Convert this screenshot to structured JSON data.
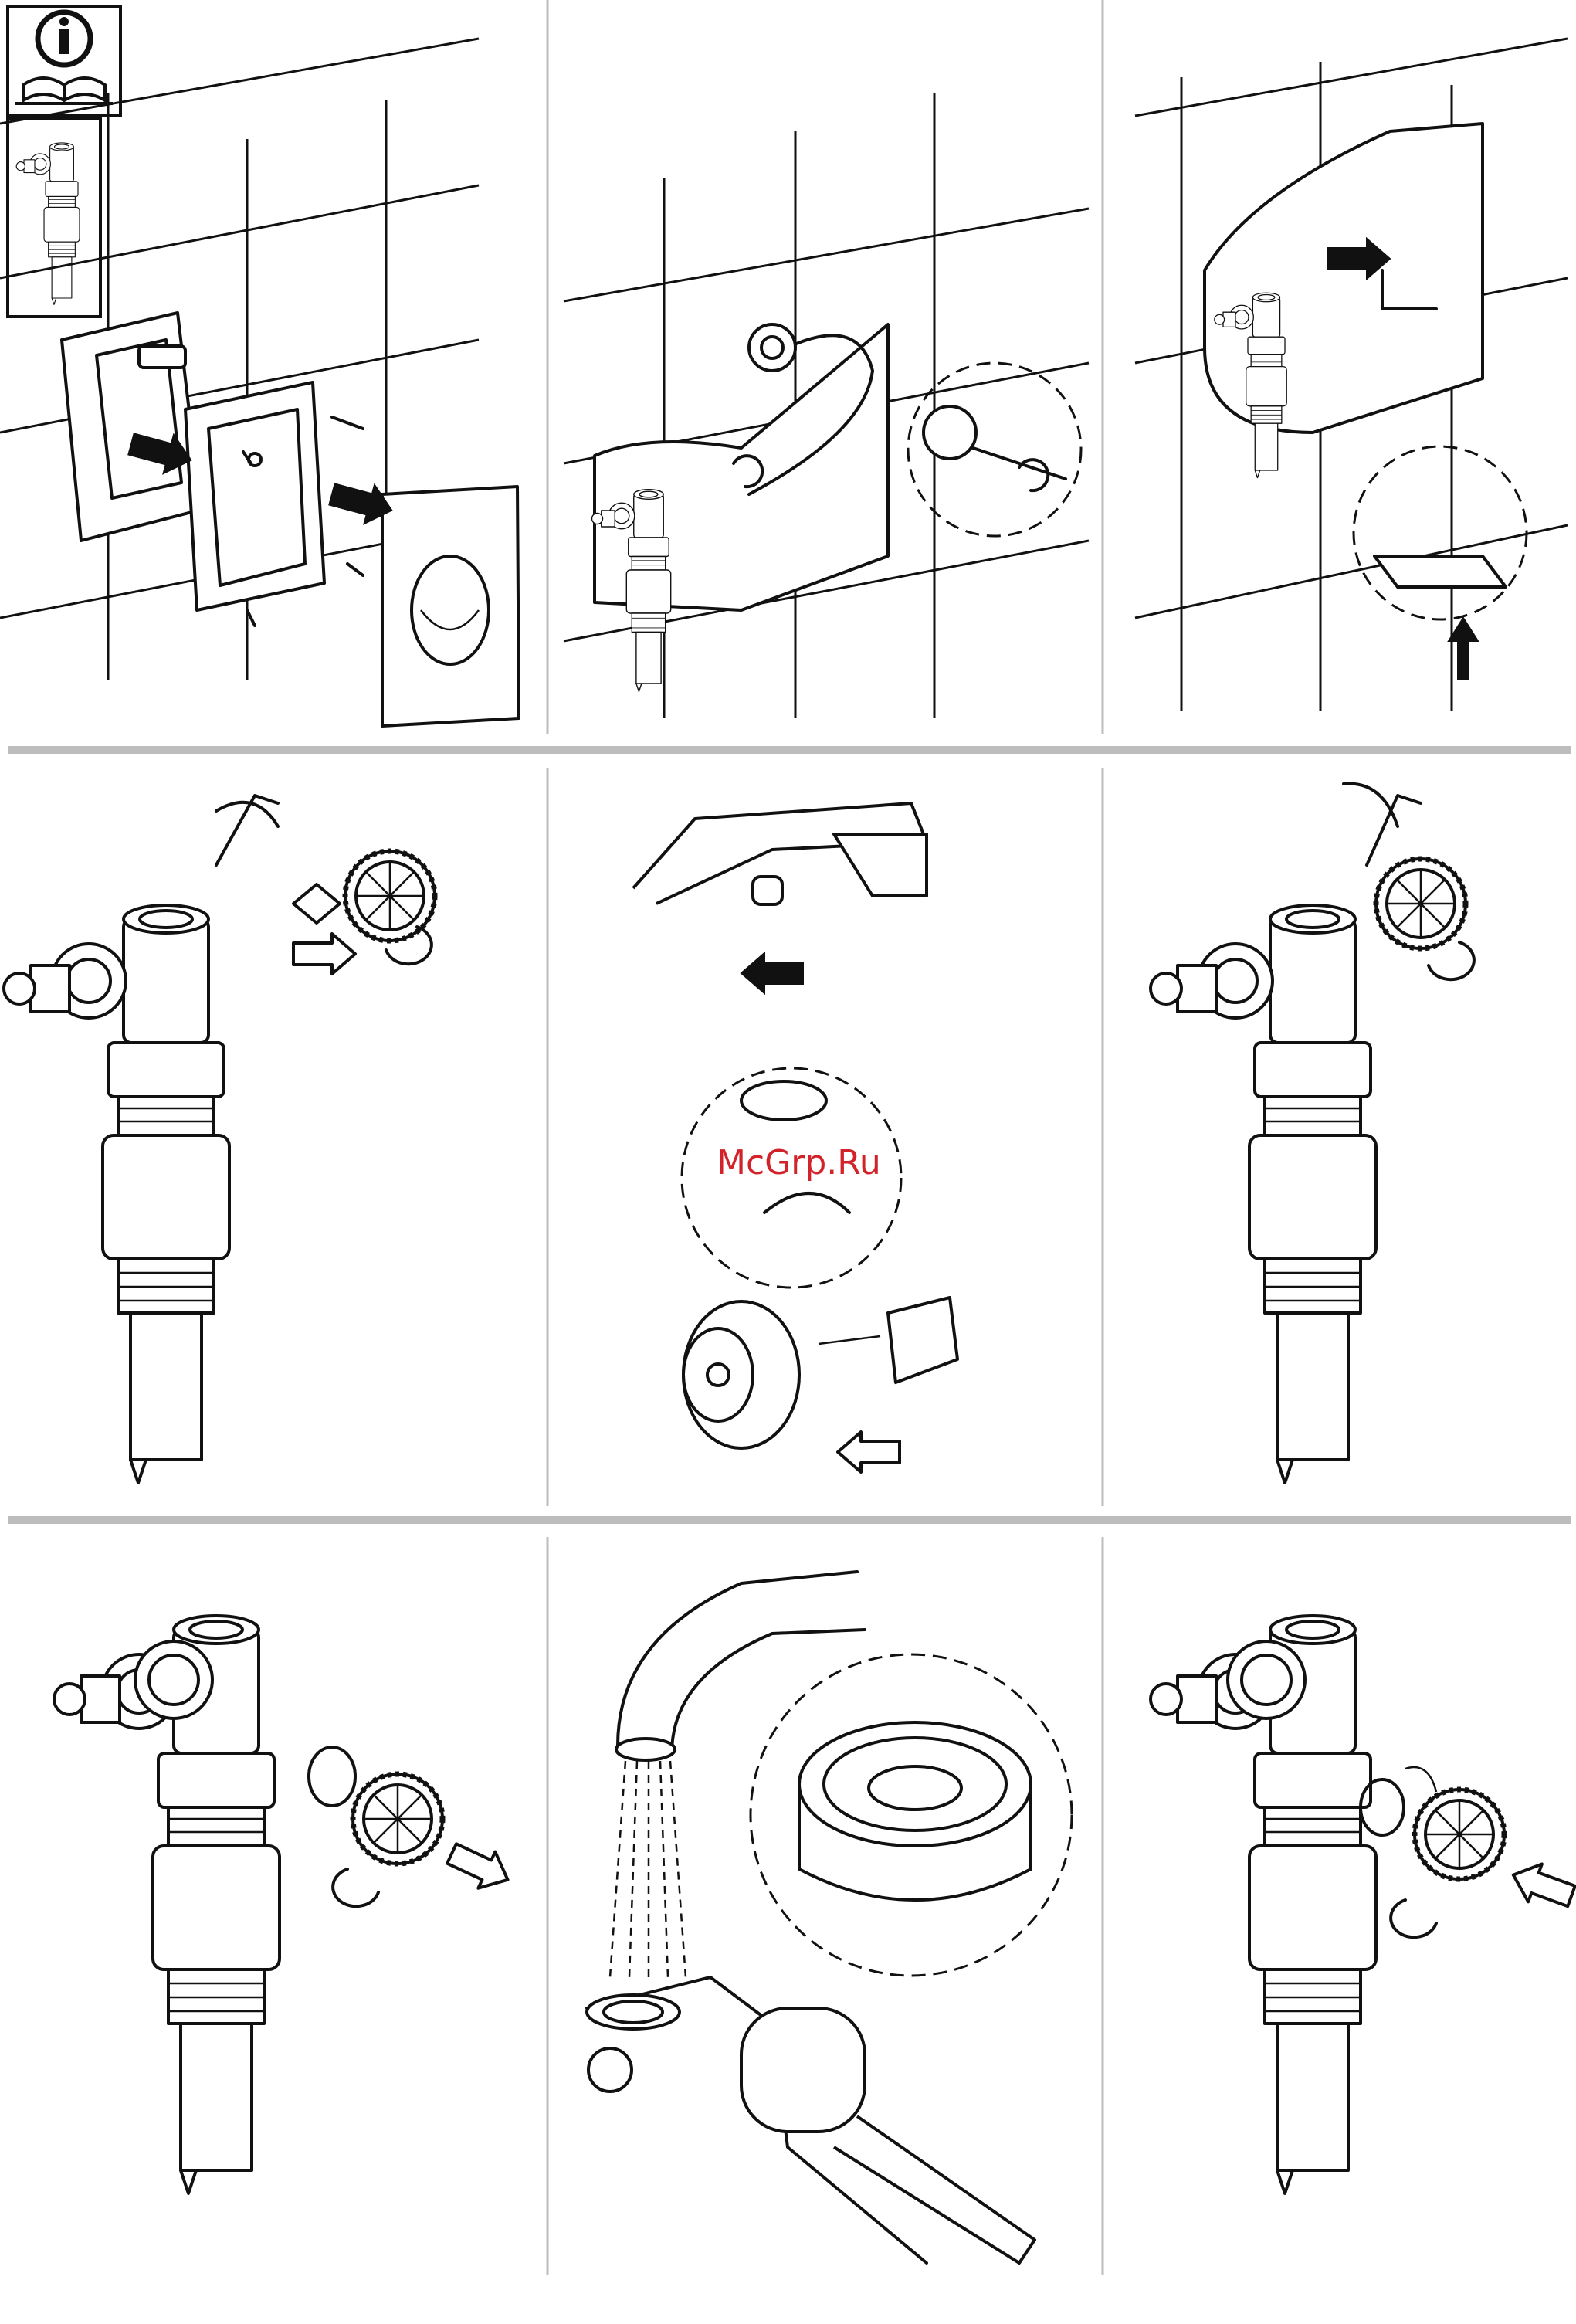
{
  "watermark": {
    "text": "McGrp.Ru",
    "color": "#d2232a"
  },
  "info_panel": {
    "icon": "info-book-icon",
    "part": "fill-valve-thumbnail"
  },
  "colors": {
    "ink": "#111111",
    "separator": "#bdbdbd",
    "background": "#ffffff"
  },
  "panels": [
    {
      "id": "panel-1",
      "content": "wall-mount-frame-and-push-plate"
    },
    {
      "id": "panel-2",
      "content": "hose-connection-in-cistern"
    },
    {
      "id": "panel-3",
      "content": "valve-slide-in"
    },
    {
      "id": "panel-4",
      "content": "valve-cap-removal"
    },
    {
      "id": "panel-5",
      "content": "float-arm-and-diaphragm"
    },
    {
      "id": "panel-6",
      "content": "valve-cap-reassembly"
    },
    {
      "id": "panel-7",
      "content": "filter-removal"
    },
    {
      "id": "panel-8",
      "content": "filter-rinse-under-tap"
    },
    {
      "id": "panel-9",
      "content": "filter-reinsert"
    }
  ]
}
